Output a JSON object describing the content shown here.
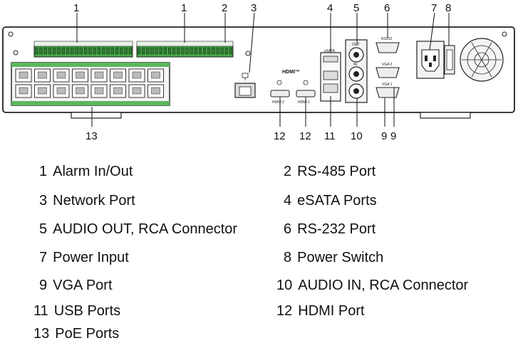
{
  "callouts": {
    "c1a": "1",
    "c1b": "1",
    "c2": "2",
    "c3": "3",
    "c4": "4",
    "c5": "5",
    "c6": "6",
    "c7": "7",
    "c8": "8",
    "c13": "13",
    "c12a": "12",
    "c12b": "12",
    "c11": "11",
    "c10": "10",
    "c9a": "9",
    "c9b": "9"
  },
  "panel_labels": {
    "hdmi_header": "HDMI™",
    "esata": "eSATA",
    "rs232": "RS232",
    "vga2": "VGA 2",
    "vga1": "VGA 1",
    "hdmi2": "HDMI 2",
    "hdmi1": "HDMI 1",
    "audio_out": "OUT",
    "audio_in": "IN"
  },
  "legend": [
    {
      "num": "1",
      "label": "Alarm In/Out"
    },
    {
      "num": "2",
      "label": "RS-485 Port"
    },
    {
      "num": "3",
      "label": "Network Port"
    },
    {
      "num": "4",
      "label": "eSATA Ports"
    },
    {
      "num": "5",
      "label": "AUDIO OUT, RCA Connector"
    },
    {
      "num": "6",
      "label": "RS-232 Port"
    },
    {
      "num": "7",
      "label": "Power Input"
    },
    {
      "num": "8",
      "label": "Power Switch"
    },
    {
      "num": "9",
      "label": "VGA Port"
    },
    {
      "num": "10",
      "label": "AUDIO IN, RCA Connector"
    },
    {
      "num": "11",
      "label": "USB Ports"
    },
    {
      "num": "12",
      "label": "HDMI Port"
    },
    {
      "num": "13",
      "label": "PoE Ports"
    }
  ]
}
